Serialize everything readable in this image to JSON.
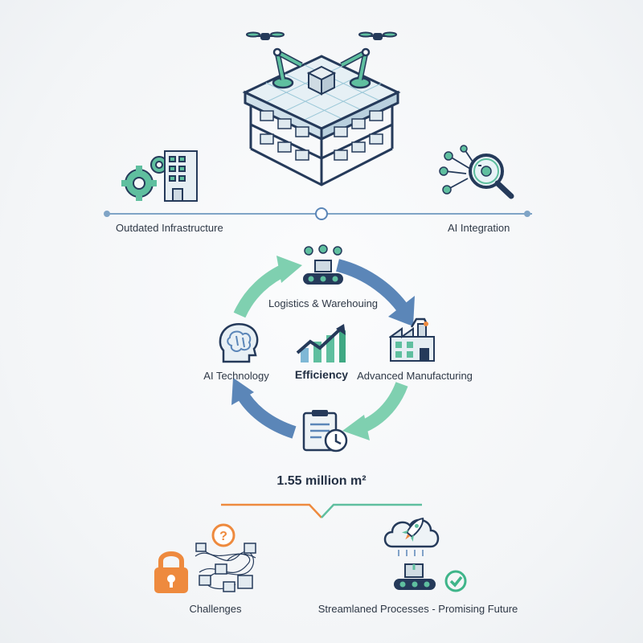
{
  "top": {
    "left_label": "Outdated Infrastructure",
    "right_label": "AI Integration"
  },
  "cycle": {
    "top_label": "Logistics & Warehouing",
    "left_label": "AI Technology",
    "center_label": "Efficiency",
    "right_label": "Advanced Manufacturing"
  },
  "metric": {
    "value": "1.55 million m²"
  },
  "bottom": {
    "left_label": "Challenges",
    "right_label": "Streamlaned Processes - Promising Future",
    "question_mark": "?"
  },
  "colors": {
    "teal": "#5fbf9f",
    "blue": "#5b86b8",
    "navy": "#253a5a",
    "orange": "#ee8a3e",
    "green": "#3fb58a"
  }
}
